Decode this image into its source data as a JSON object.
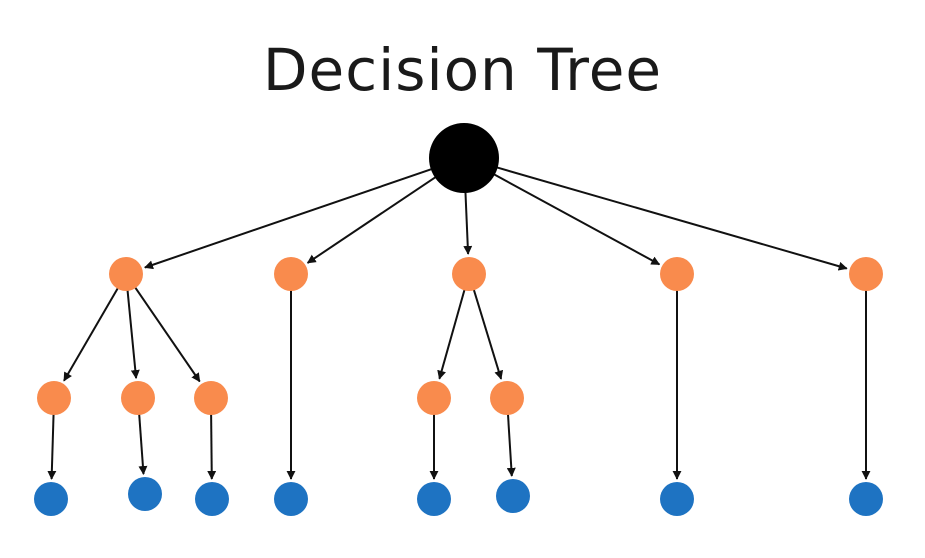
{
  "title": "Decision Tree",
  "colors": {
    "root": "#000000",
    "decision": "#F98B4D",
    "leaf": "#1E73C2",
    "edge": "#111111"
  },
  "nodes": [
    {
      "id": "root",
      "kind": "root"
    },
    {
      "id": "d1",
      "kind": "decision"
    },
    {
      "id": "d2",
      "kind": "decision"
    },
    {
      "id": "d3",
      "kind": "decision"
    },
    {
      "id": "d4",
      "kind": "decision"
    },
    {
      "id": "d5",
      "kind": "decision"
    },
    {
      "id": "d1a",
      "kind": "decision"
    },
    {
      "id": "d1b",
      "kind": "decision"
    },
    {
      "id": "d1c",
      "kind": "decision"
    },
    {
      "id": "d3a",
      "kind": "decision"
    },
    {
      "id": "d3b",
      "kind": "decision"
    },
    {
      "id": "l1",
      "kind": "leaf"
    },
    {
      "id": "l2",
      "kind": "leaf"
    },
    {
      "id": "l3",
      "kind": "leaf"
    },
    {
      "id": "l4",
      "kind": "leaf"
    },
    {
      "id": "l5",
      "kind": "leaf"
    },
    {
      "id": "l6",
      "kind": "leaf"
    },
    {
      "id": "l7",
      "kind": "leaf"
    },
    {
      "id": "l8",
      "kind": "leaf"
    }
  ],
  "edges": [
    {
      "from": "root",
      "to": "d1"
    },
    {
      "from": "root",
      "to": "d2"
    },
    {
      "from": "root",
      "to": "d3"
    },
    {
      "from": "root",
      "to": "d4"
    },
    {
      "from": "root",
      "to": "d5"
    },
    {
      "from": "d1",
      "to": "d1a"
    },
    {
      "from": "d1",
      "to": "d1b"
    },
    {
      "from": "d1",
      "to": "d1c"
    },
    {
      "from": "d3",
      "to": "d3a"
    },
    {
      "from": "d3",
      "to": "d3b"
    },
    {
      "from": "d1a",
      "to": "l1"
    },
    {
      "from": "d1b",
      "to": "l2"
    },
    {
      "from": "d1c",
      "to": "l3"
    },
    {
      "from": "d2",
      "to": "l4"
    },
    {
      "from": "d3a",
      "to": "l5"
    },
    {
      "from": "d3b",
      "to": "l6"
    },
    {
      "from": "d4",
      "to": "l7"
    },
    {
      "from": "d5",
      "to": "l8"
    }
  ]
}
